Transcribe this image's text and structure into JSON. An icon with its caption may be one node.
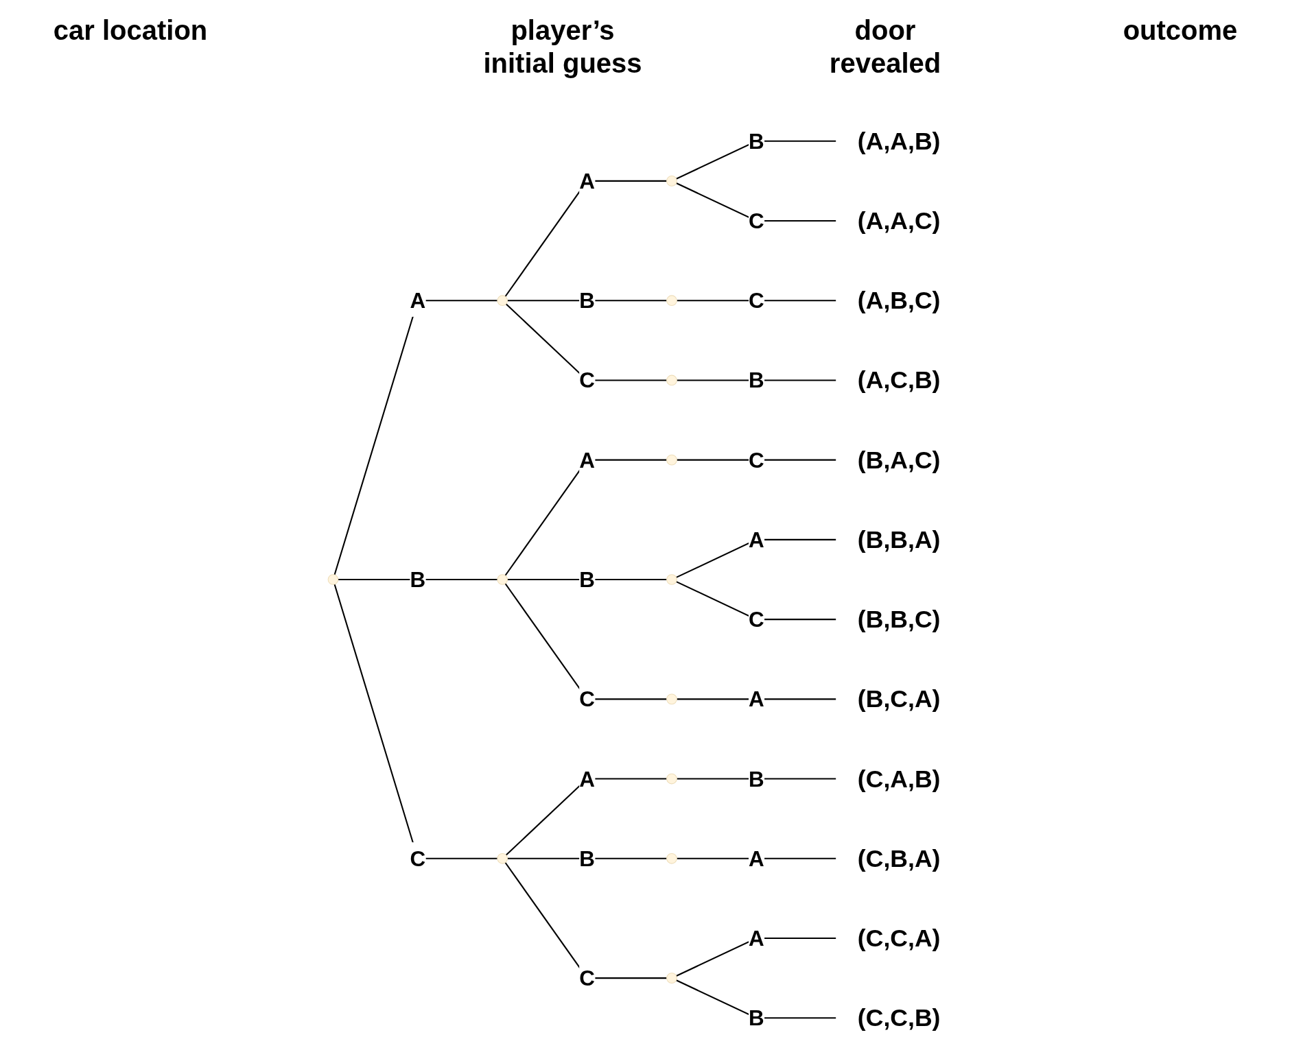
{
  "diagram": {
    "nodes": [
      {
        "text": [],
        "shape": "point"
      },
      {
        "text": [],
        "shape": "point"
      },
      {
        "text": [],
        "shape": "point"
      },
      {
        "text": [],
        "shape": "point"
      },
      {
        "text": [],
        "shape": "point"
      },
      {
        "text": [],
        "shape": "point"
      },
      {
        "text": [],
        "shape": "point"
      },
      {
        "text": [],
        "shape": "point"
      },
      {
        "text": [],
        "shape": "point"
      },
      {
        "text": [],
        "shape": "point"
      },
      {
        "text": [],
        "shape": "point"
      },
      {
        "text": [],
        "shape": "point"
      },
      {
        "text": [],
        "shape": "point"
      },
      {
        "text": [
          "(A,A,B)"
        ]
      },
      {
        "text": [
          "(A,A,C)"
        ]
      },
      {
        "text": [
          "(A,B,C)"
        ]
      },
      {
        "text": [
          "(A,C,B)"
        ]
      },
      {
        "text": [
          "(B,A,C)"
        ]
      },
      {
        "text": [
          "(B,B,A)"
        ]
      },
      {
        "text": [
          "(B,B,C)"
        ]
      },
      {
        "text": [
          "(B,C,A)"
        ]
      },
      {
        "text": [
          "(C,A,B)"
        ]
      },
      {
        "text": [
          "(C,B,A)"
        ]
      },
      {
        "text": [
          "(C,C,A)"
        ]
      },
      {
        "text": [
          "(C,C,B)"
        ]
      }
    ],
    "edges": [
      {
        "from": 0,
        "to": 1,
        "label": "A",
        "arrow": "none"
      },
      {
        "from": 0,
        "to": 2,
        "label": "B",
        "arrow": "none"
      },
      {
        "from": 0,
        "to": 3,
        "label": "C",
        "arrow": "none"
      },
      {
        "from": 1,
        "to": 4,
        "label": "A",
        "arrow": "none"
      },
      {
        "from": 1,
        "to": 5,
        "label": "B",
        "arrow": "none"
      },
      {
        "from": 1,
        "to": 6,
        "label": "C",
        "arrow": "none"
      },
      {
        "from": 2,
        "to": 7,
        "label": "A",
        "arrow": "none"
      },
      {
        "from": 2,
        "to": 8,
        "label": "B",
        "arrow": "none"
      },
      {
        "from": 2,
        "to": 9,
        "label": "C",
        "arrow": "none"
      },
      {
        "from": 3,
        "to": 10,
        "label": "A",
        "arrow": "none"
      },
      {
        "from": 3,
        "to": 11,
        "label": "B",
        "arrow": "none"
      },
      {
        "from": 3,
        "to": 12,
        "label": "C",
        "arrow": "none"
      },
      {
        "from": 4,
        "to": 13,
        "label": "B",
        "arrow": "none"
      },
      {
        "from": 4,
        "to": 14,
        "label": "C",
        "arrow": "none"
      },
      {
        "from": 5,
        "to": 15,
        "label": "C",
        "arrow": "none"
      },
      {
        "from": 6,
        "to": 16,
        "label": "B",
        "arrow": "none"
      },
      {
        "from": 7,
        "to": 17,
        "label": "C",
        "arrow": "none"
      },
      {
        "from": 8,
        "to": 18,
        "label": "A",
        "arrow": "none"
      },
      {
        "from": 8,
        "to": 19,
        "label": "C",
        "arrow": "none"
      },
      {
        "from": 9,
        "to": 20,
        "label": "A",
        "arrow": "none"
      },
      {
        "from": 10,
        "to": 21,
        "label": "B",
        "arrow": "none"
      },
      {
        "from": 11,
        "to": 22,
        "label": "A",
        "arrow": "none"
      },
      {
        "from": 12,
        "to": 23,
        "label": "A",
        "arrow": "none"
      },
      {
        "from": 12,
        "to": 24,
        "label": "B",
        "arrow": "none"
      }
    ],
    "labels": [
      "car location",
      "player’s initial guess",
      "door revealed",
      "outcome"
    ]
  }
}
